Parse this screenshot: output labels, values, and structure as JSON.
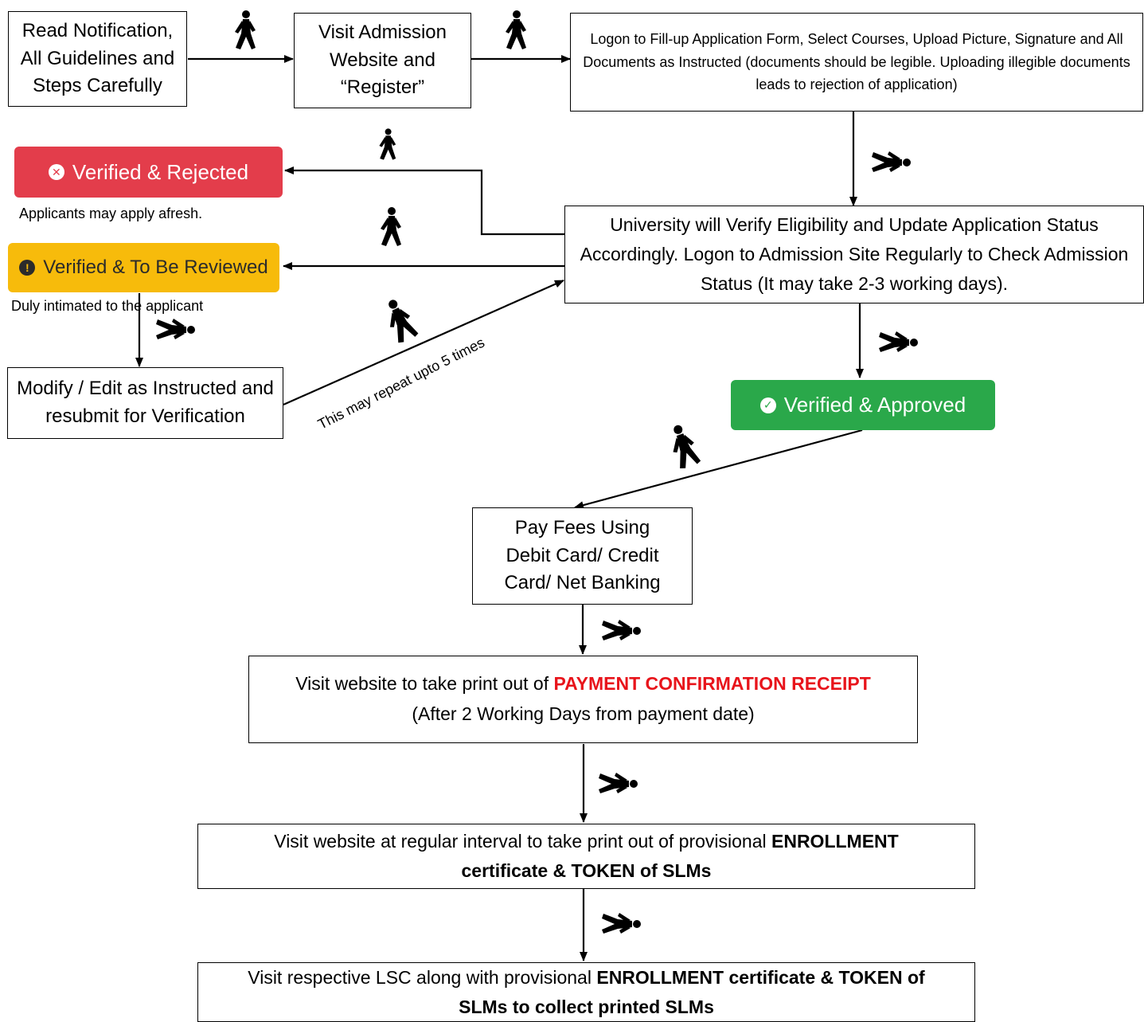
{
  "steps": {
    "read_notification": "Read Notification, All Guidelines and Steps Carefully",
    "visit_admission": "Visit Admission Website and “Register”",
    "logon_fillup": "Logon to Fill-up Application Form, Select Courses, Upload Picture, Signature and All Documents as Instructed (documents should be legible. Uploading illegible documents leads to rejection of application)",
    "university_verify": "University will Verify Eligibility and Update Application Status Accordingly. Logon to Admission Site Regularly to Check Admission Status (It may take 2-3 working days).",
    "modify_edit": "Modify / Edit as Instructed and resubmit for Verification",
    "pay_fees": "Pay Fees Using Debit Card/ Credit Card/ Net Banking",
    "receipt_prefix": "Visit website to take print out of ",
    "receipt_highlight": "PAYMENT CONFIRMATION RECEIPT",
    "receipt_suffix": "(After 2 Working Days from payment date)",
    "enroll_prefix": "Visit website at regular interval to take print out of provisional ",
    "enroll_bold1": "ENROLLMENT",
    "enroll_bold2": "certificate & TOKEN of SLMs",
    "lsc_prefix": "Visit respective LSC along with provisional ",
    "lsc_bold1": "ENROLLMENT certificate & TOKEN of",
    "lsc_bold2": "SLMs to collect printed SLMs"
  },
  "badges": {
    "rejected": {
      "label": "Verified & Rejected",
      "color": "#e33d4b",
      "icon": "times-circle-icon"
    },
    "review": {
      "label": "Verified & To Be Reviewed",
      "color": "#f7bb0b",
      "icon": "exclamation-circle-icon"
    },
    "approved": {
      "label": "Verified & Approved",
      "color": "#2aa84a",
      "icon": "check-circle-icon"
    }
  },
  "notes": {
    "rejected_note": "Applicants may apply afresh.",
    "review_note": "Duly intimated to the applicant",
    "repeat_note": "This may repeat upto 5 times"
  }
}
